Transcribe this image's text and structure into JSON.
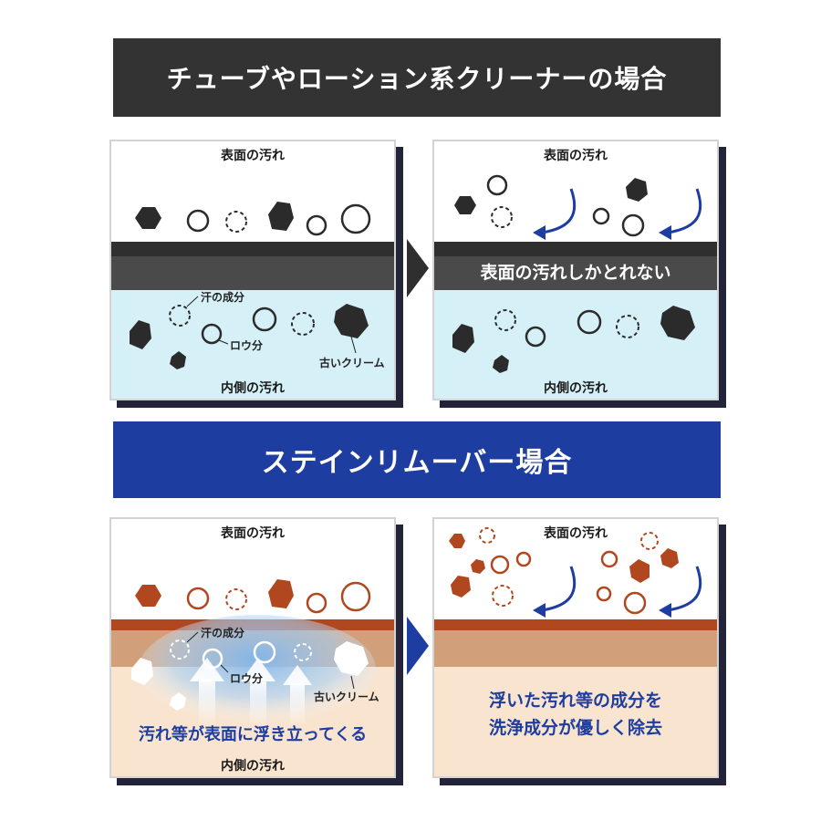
{
  "banners": {
    "tube": "チューブやローション系クリーナーの場合",
    "stain": "ステインリムーバー場合"
  },
  "labels": {
    "surface": "表面の汚れ",
    "inner": "内側の汚れ",
    "sweat": "汗の成分",
    "wax": "ロウ分",
    "old_cream": "古いクリーム"
  },
  "messages": {
    "tube_result": "表面の汚れしかとれない",
    "stain_rise": "汚れ等が表面に浮き立ってくる",
    "stain_result_1": "浮いた汚れ等の成分を",
    "stain_result_2": "洗浄成分が優しく除去"
  },
  "colors": {
    "dark_banner": "#333333",
    "blue_banner": "#1e3da0",
    "dirt_dark": "#2b2b2b",
    "dirt_brown": "#b0471f",
    "inner_blue": "#d6f0f7",
    "inner_beige": "#f8e4cf",
    "leather_band": "#d1a07a",
    "arrow_blue": "#1e3da0"
  }
}
